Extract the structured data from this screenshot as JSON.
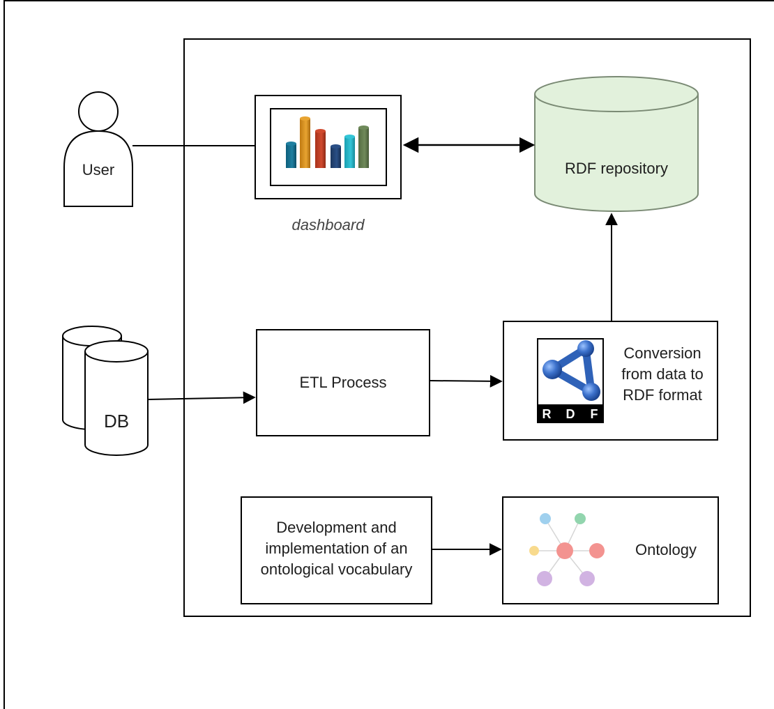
{
  "user": {
    "label": "User"
  },
  "dashboard": {
    "label": "dashboard"
  },
  "rdf_repository": {
    "label": "RDF repository"
  },
  "db": {
    "label": "DB"
  },
  "etl": {
    "label": "ETL Process"
  },
  "conversion": {
    "lines": [
      "Conversion",
      "from data to",
      "RDF format"
    ],
    "logo_letters": [
      "R",
      "D",
      "F"
    ]
  },
  "ontology_dev": {
    "lines": [
      "Development and",
      "implementation of an",
      "ontological vocabulary"
    ]
  },
  "ontology": {
    "label": "Ontology"
  },
  "colors": {
    "repository_fill": "#e2f1dc",
    "repository_stroke": "#7a8a74",
    "rdf_logo_blue": "#2f62b8",
    "bars": [
      "#1f7fa0",
      "#e8a431",
      "#d04a2e",
      "#2a4f86",
      "#33c5d7",
      "#6f8a5a"
    ]
  }
}
